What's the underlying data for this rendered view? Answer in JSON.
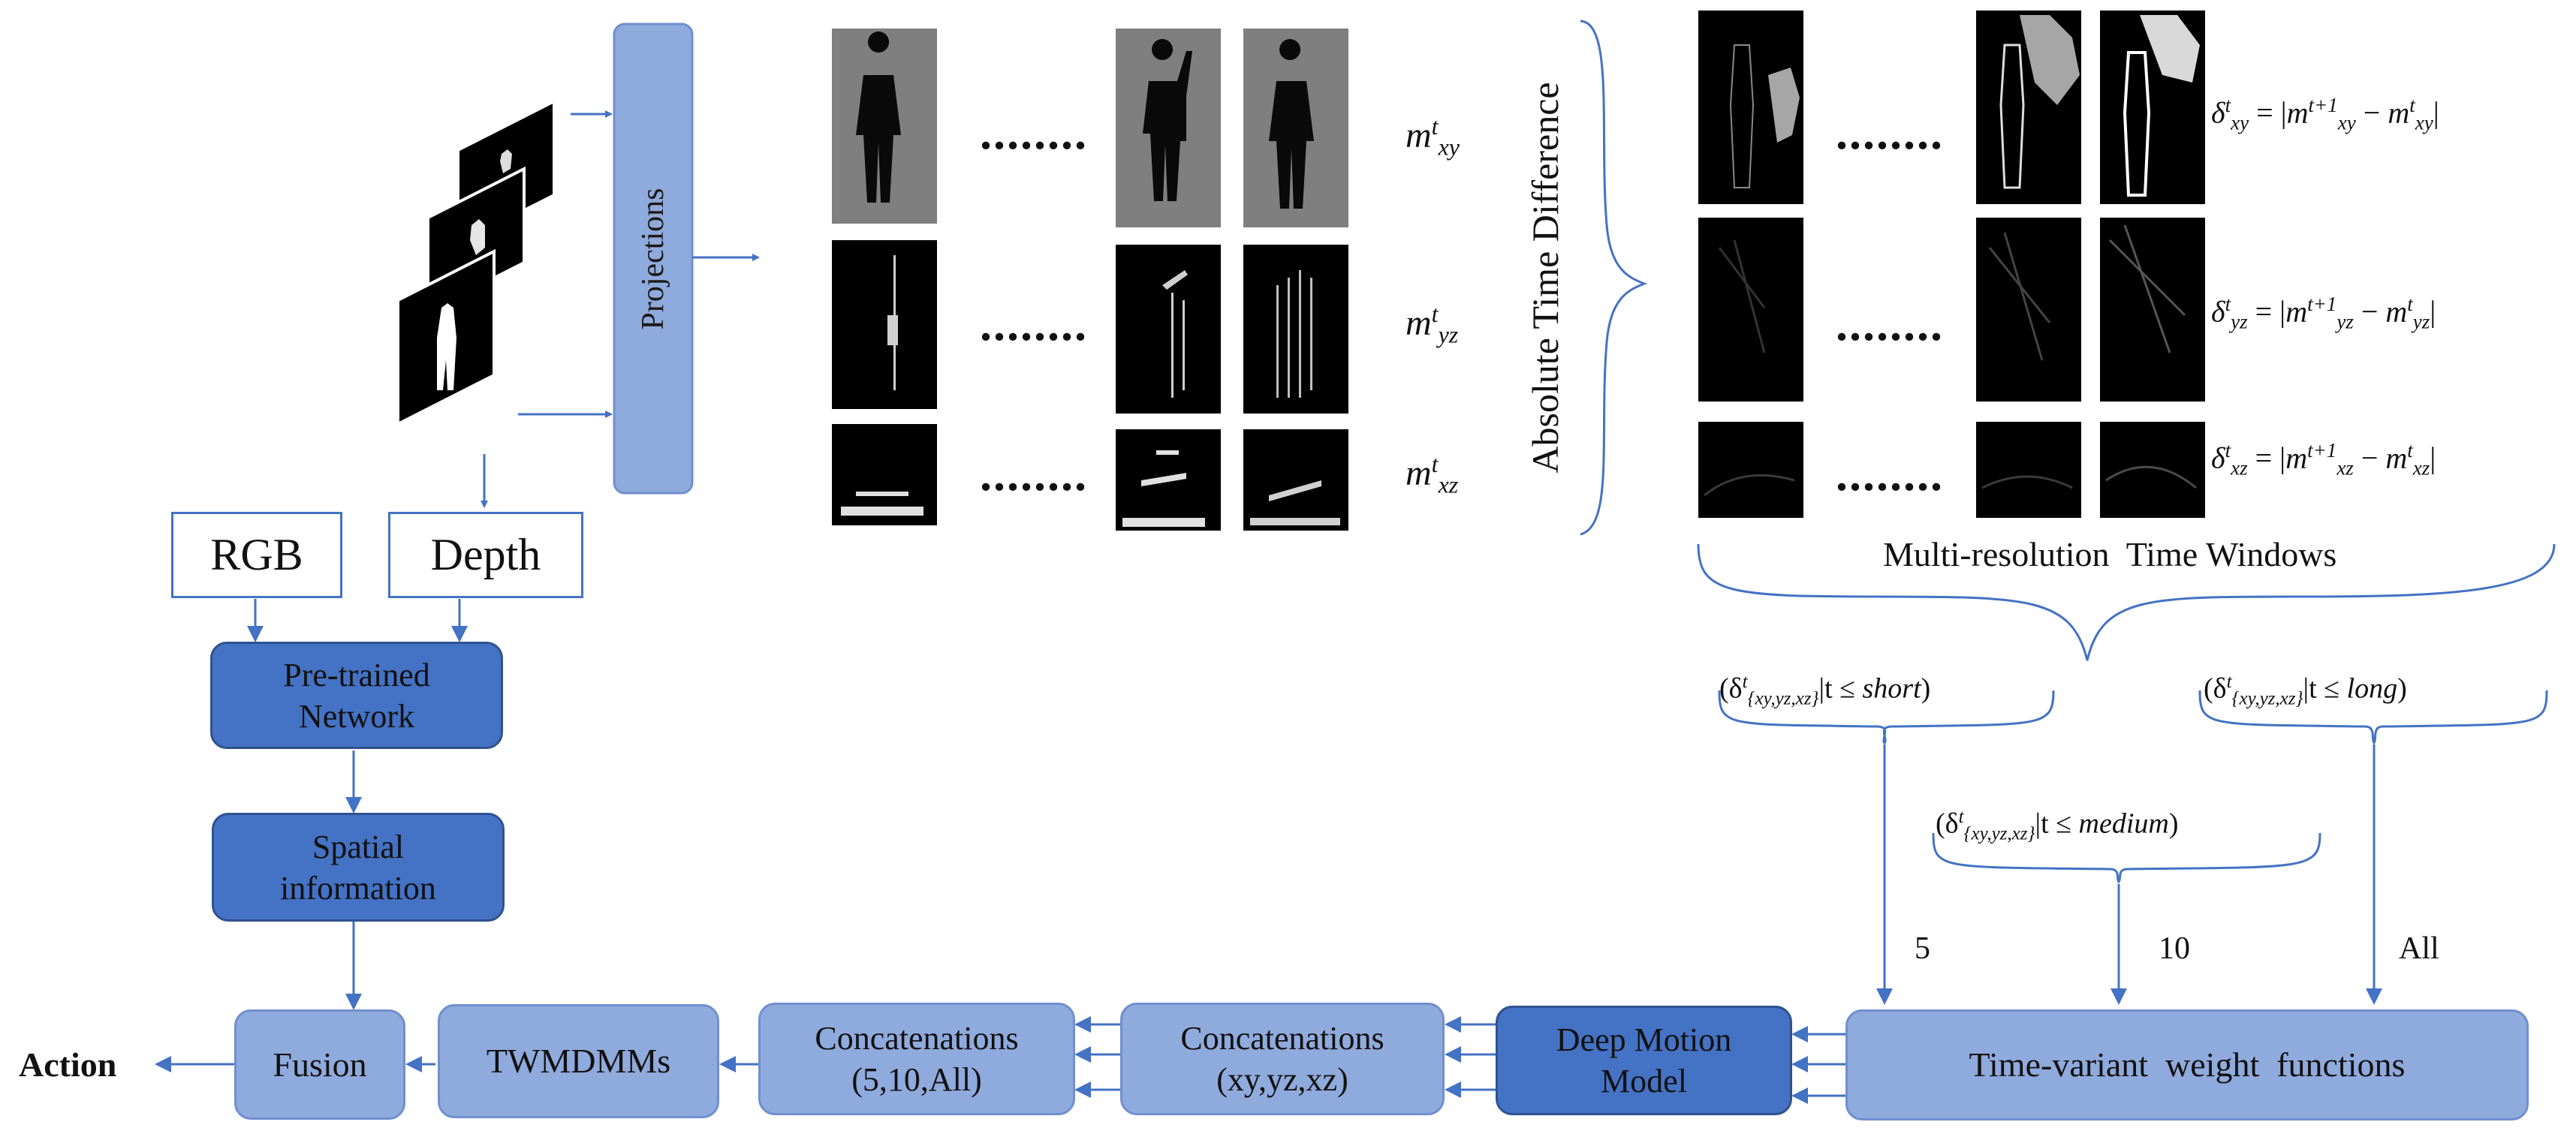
{
  "inputs": {
    "rgb": "RGB",
    "depth": "Depth"
  },
  "projections_label": "Projections",
  "pretrained_network": {
    "line1": "Pre-trained",
    "line2": "Network"
  },
  "spatial_information": {
    "line1": "Spatial",
    "line2": "information"
  },
  "dots": "........",
  "projection_maps": {
    "xy": {
      "base": "m",
      "sup": "t",
      "sub": "xy"
    },
    "yz": {
      "base": "m",
      "sup": "t",
      "sub": "yz"
    },
    "xz": {
      "base": "m",
      "sup": "t",
      "sub": "xz"
    }
  },
  "absolute_time_difference": "Absolute Time Difference",
  "difference_equations": {
    "xy": {
      "lhs": "δ",
      "lhs_sup": "t",
      "lhs_sub": "xy",
      "eq": " = |",
      "a": "m",
      "a_sup": "t+1",
      "a_sub": "xy",
      "minus": " − ",
      "b": "m",
      "b_sup": "t",
      "b_sub": "xy",
      "end": "|"
    },
    "yz": {
      "lhs": "δ",
      "lhs_sup": "t",
      "lhs_sub": "yz",
      "eq": " = |",
      "a": "m",
      "a_sup": "t+1",
      "a_sub": "yz",
      "minus": " − ",
      "b": "m",
      "b_sup": "t",
      "b_sub": "yz",
      "end": "|"
    },
    "xz": {
      "lhs": "δ",
      "lhs_sup": "t",
      "lhs_sub": "xz",
      "eq": " = |",
      "a": "m",
      "a_sup": "t+1",
      "a_sub": "xz",
      "minus": " − ",
      "b": "m",
      "b_sup": "t",
      "b_sub": "xz",
      "end": "|"
    }
  },
  "multi_resolution_label": "Multi-resolution  Time Windows",
  "windows": {
    "short": {
      "pre": "(δ",
      "sup": "t",
      "sub": "{xy,yz,xz}",
      "cond": "|t ≤ ",
      "word": "short",
      "post": ")"
    },
    "medium": {
      "pre": "(δ",
      "sup": "t",
      "sub": "{xy,yz,xz}",
      "cond": "|t ≤ ",
      "word": "medium",
      "post": ")"
    },
    "long": {
      "pre": "(δ",
      "sup": "t",
      "sub": "{xy,yz,xz}",
      "cond": "|t ≤ ",
      "word": "long",
      "post": ")"
    }
  },
  "window_values": {
    "short": "5",
    "medium": "10",
    "all": "All"
  },
  "pipeline": {
    "time_variant": "Time-variant  weight  functions",
    "deep_motion_model": {
      "line1": "Deep Motion",
      "line2": "Model"
    },
    "concat_xyz": {
      "line1": "Concatenations",
      "line2": "(xy,yz,xz)"
    },
    "concat_windows": {
      "line1": "Concatenations",
      "line2": "(5,10,All)"
    },
    "twmdmms": "TWMDMMs",
    "fusion": "Fusion",
    "action": "Action"
  },
  "colors": {
    "dark_box": "#4472c4",
    "light_box": "#8faadc",
    "arrow": "#4472c4",
    "thumb_gray": "#7f7f7f"
  }
}
